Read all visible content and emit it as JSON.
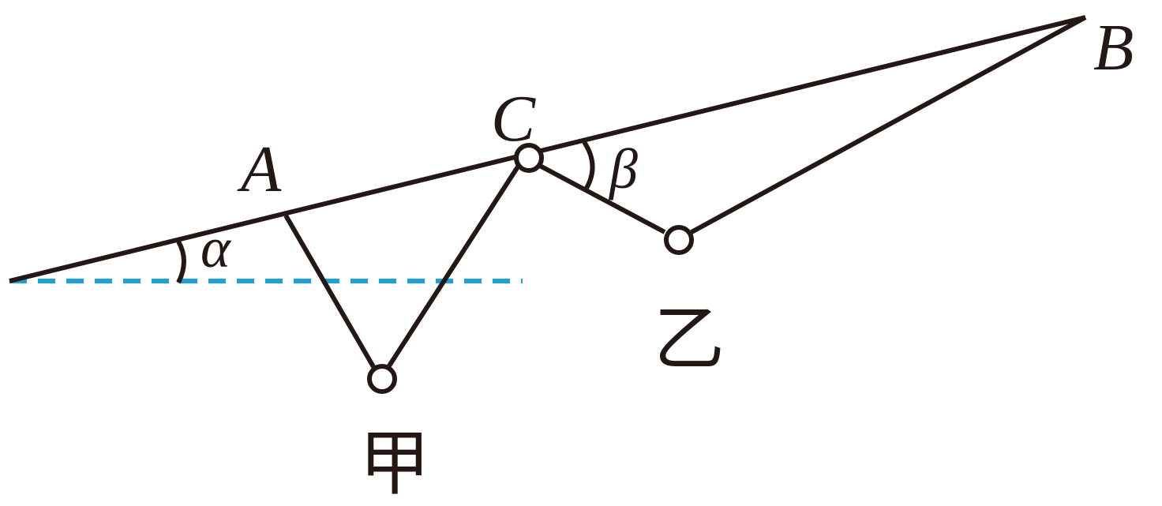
{
  "labels": {
    "A": "A",
    "B": "B",
    "C": "C",
    "alpha": "α",
    "beta": "β",
    "jia": "甲",
    "yi": "乙"
  },
  "colors": {
    "line": "#231815",
    "dashed": "#1ea0dc"
  }
}
